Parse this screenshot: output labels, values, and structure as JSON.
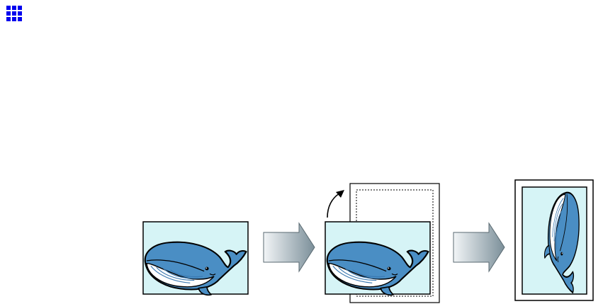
{
  "page": {
    "background": "#ffffff"
  },
  "icons": {
    "corner": "grid-icon",
    "corner_color": "#0000ee"
  },
  "diagram": {
    "steps": [
      {
        "name": "original-image",
        "content": "whale",
        "orientation": "landscape"
      },
      {
        "name": "rotate-image",
        "content": "whale",
        "orientation": "landscape-on-portrait-page"
      },
      {
        "name": "rotated-result",
        "content": "whale",
        "orientation": "portrait"
      }
    ],
    "connectors": [
      "arrow-right-icon",
      "arrow-right-icon"
    ],
    "colors": {
      "image_bg": "#d6f4f6",
      "whale_body": "#4a8ec4",
      "whale_belly": "#ffffff",
      "outline": "#000000",
      "paper": "#ffffff",
      "arrow_light": "#f2f5f7",
      "arrow_dark": "#7b8f99"
    }
  }
}
